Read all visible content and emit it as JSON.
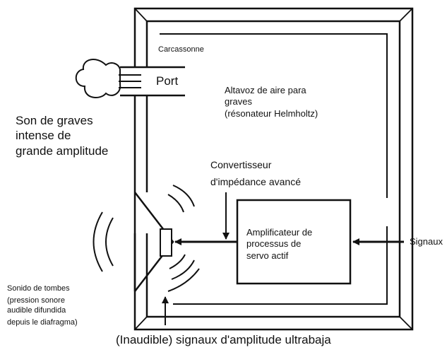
{
  "labels": {
    "cabinet": "Carcassonne",
    "port": "Port",
    "enclosure": [
      "Altavoz de aire para",
      "graves",
      "(résonateur Helmholtz)"
    ],
    "bass_sound": [
      "Son de graves",
      "intense de",
      "grande amplitude"
    ],
    "converter": [
      "Convertisseur",
      "d'impédance avancé"
    ],
    "amplifier": [
      "Amplificateur de",
      "processus de",
      "servo actif"
    ],
    "signal": "Signaux",
    "drum_sound": [
      "Sonido de tombes",
      "(pression sonore",
      "audible difundida",
      "depuis le diafragma)"
    ],
    "inaudible": "(Inaudible) signaux d'amplitude ultrabaja"
  }
}
